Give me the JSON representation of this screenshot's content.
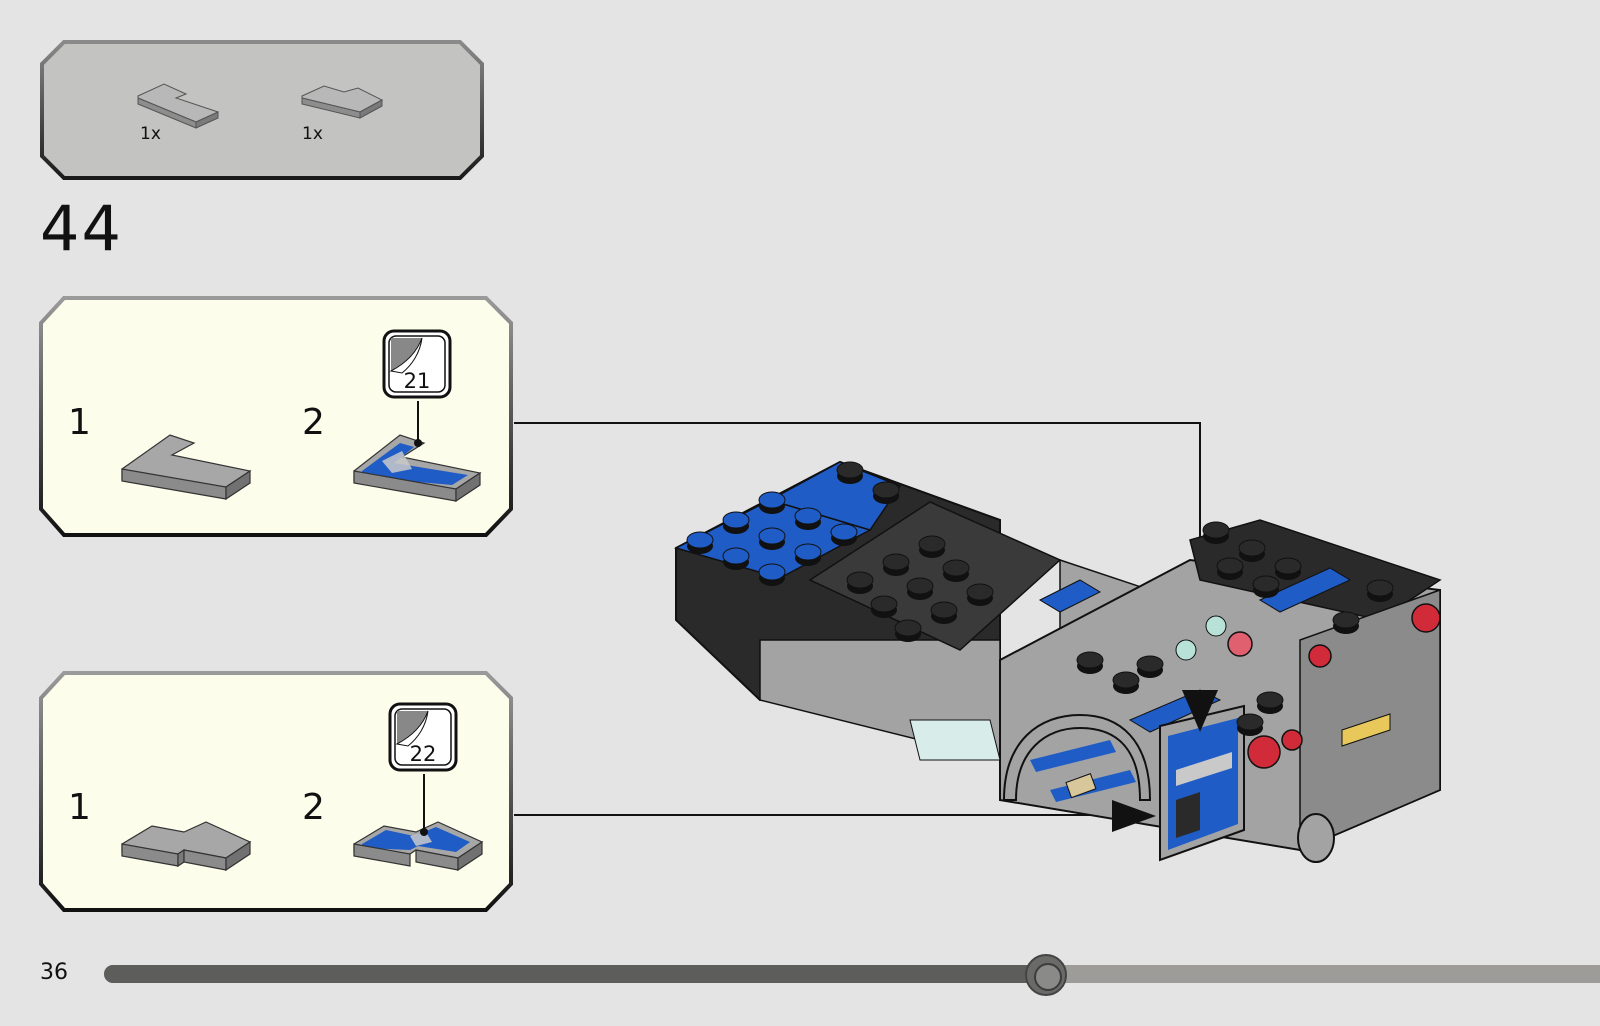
{
  "parts_list": {
    "items": [
      {
        "name": "plate-corner-2x2",
        "qty": "1x",
        "color": "#a7a7a7"
      },
      {
        "name": "plate-rounded-corner",
        "qty": "1x",
        "color": "#a7a7a7"
      }
    ]
  },
  "step": {
    "number": "44"
  },
  "sub_steps": [
    {
      "name": "sub-step-a",
      "steps": [
        "1",
        "2"
      ],
      "sticker": "21"
    },
    {
      "name": "sub-step-b",
      "steps": [
        "1",
        "2"
      ],
      "sticker": "22"
    }
  ],
  "page": {
    "number": "36",
    "progress_percent": 63
  },
  "colors": {
    "background": "#e3e4e3",
    "sub_box_fill": "#fdfdeb",
    "parts_box_fill": "#c3c3c2",
    "brick_gray": "#a3a3a3",
    "brick_blue": "#1f5cc6",
    "brick_black": "#2a2a2a",
    "trans_red": "#d12b3a"
  }
}
